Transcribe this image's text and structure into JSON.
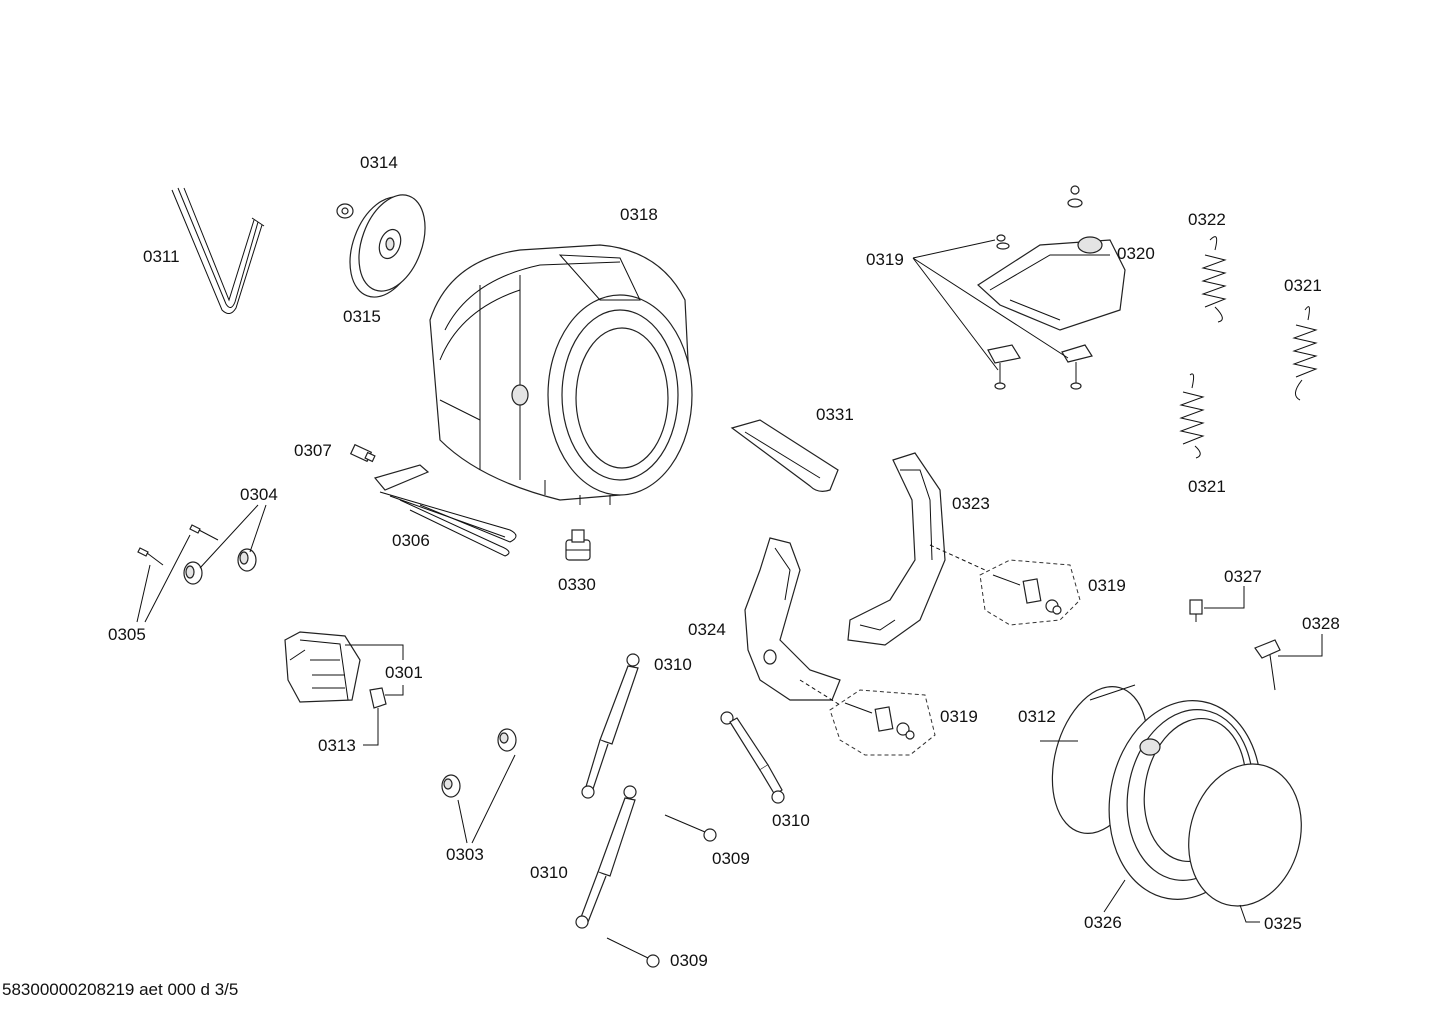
{
  "footer": "58300000208219 aet 000 d 3/5",
  "labels": {
    "l0301": "0301",
    "l0303": "0303",
    "l0304": "0304",
    "l0305": "0305",
    "l0306": "0306",
    "l0307": "0307",
    "l0309a": "0309",
    "l0309b": "0309",
    "l0310a": "0310",
    "l0310b": "0310",
    "l0310c": "0310",
    "l0311": "0311",
    "l0312": "0312",
    "l0313": "0313",
    "l0314": "0314",
    "l0315": "0315",
    "l0318": "0318",
    "l0319a": "0319",
    "l0319b": "0319",
    "l0319c": "0319",
    "l0320": "0320",
    "l0321a": "0321",
    "l0321b": "0321",
    "l0322": "0322",
    "l0323": "0323",
    "l0324": "0324",
    "l0325": "0325",
    "l0326": "0326",
    "l0327": "0327",
    "l0328": "0328",
    "l0330": "0330",
    "l0331": "0331"
  }
}
